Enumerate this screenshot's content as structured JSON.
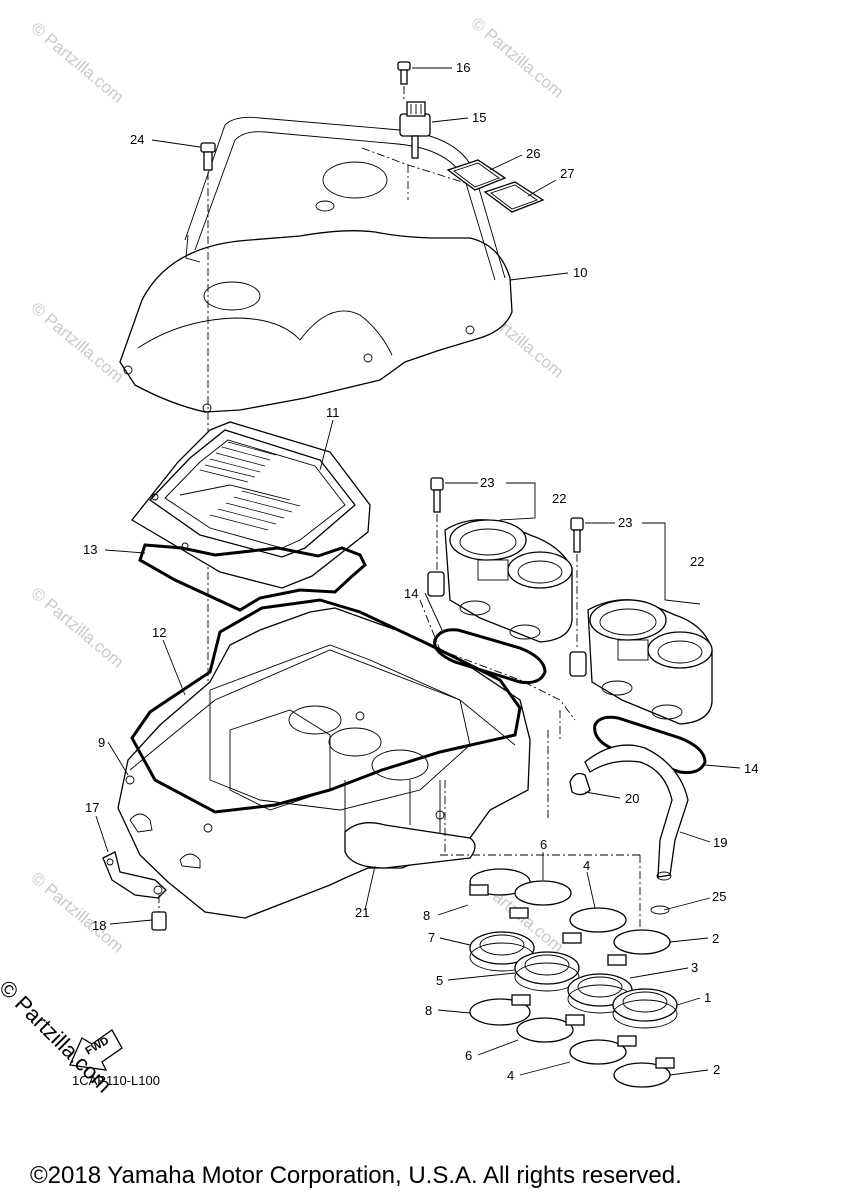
{
  "watermark_text": "© Partzilla.com",
  "side_watermark": "© Partzilla.com",
  "drawing_code": "1CAP110-L100",
  "fwd_label": "FWD",
  "copyright": "©2018 Yamaha Motor Corporation, U.S.A. All rights reserved.",
  "callouts": {
    "c16": "16",
    "c15": "15",
    "c24": "24",
    "c26": "26",
    "c27": "27",
    "c10": "10",
    "c11": "11",
    "c13": "13",
    "c12": "12",
    "c9": "9",
    "c17": "17",
    "c18": "18",
    "c21": "21",
    "c23a": "23",
    "c22a": "22",
    "c23b": "23",
    "c22b": "22",
    "c14a": "14",
    "c14b": "14",
    "c20": "20",
    "c19": "19",
    "c25": "25",
    "c6a": "6",
    "c4a": "4",
    "c8a": "8",
    "c2a": "2",
    "c7": "7",
    "c3": "3",
    "c5": "5",
    "c1": "1",
    "c8b": "8",
    "c6b": "6",
    "c4b": "4",
    "c2b": "2"
  }
}
